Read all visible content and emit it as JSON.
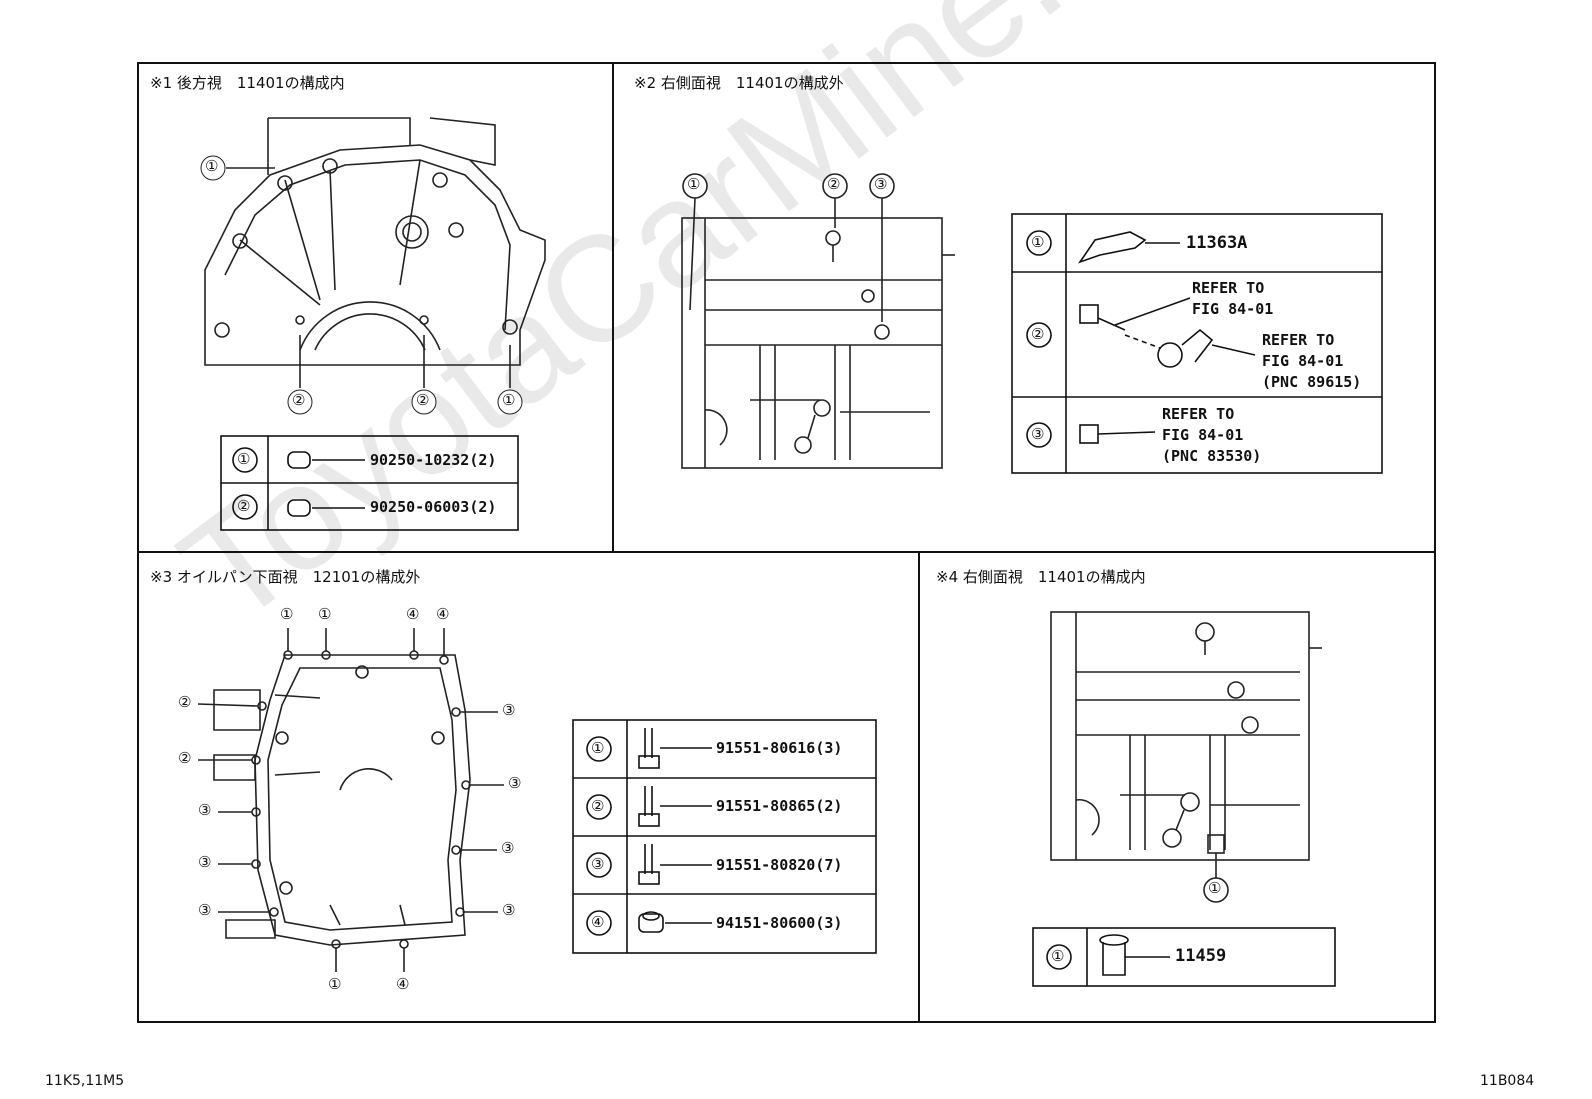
{
  "watermark": "ToyotaCarMine.ru",
  "footer": {
    "left": "11K5,11M5",
    "right": "11B084"
  },
  "sections": {
    "s1": {
      "title": "※1 後方視　11401の構成内"
    },
    "s2": {
      "title": "※2 右側面視　11401の構成外"
    },
    "s3": {
      "title": "※3 オイルパン下面視　12101の構成外"
    },
    "s4": {
      "title": "※4 右側面視　11401の構成内"
    }
  },
  "callout_numbers": [
    "①",
    "②",
    "③",
    "④"
  ],
  "tables": {
    "t1": [
      {
        "num": "①",
        "part": "90250-10232(2)"
      },
      {
        "num": "②",
        "part": "90250-06003(2)"
      }
    ],
    "t2": [
      {
        "num": "①",
        "lines": [
          "11363A"
        ]
      },
      {
        "num": "②",
        "lines": [
          "REFER TO",
          "FIG 84-01",
          "REFER TO",
          "FIG 84-01",
          "(PNC 89615)"
        ]
      },
      {
        "num": "③",
        "lines": [
          "REFER TO",
          "FIG 84-01",
          "(PNC 83530)"
        ]
      }
    ],
    "t3": [
      {
        "num": "①",
        "part": "91551-80616(3)"
      },
      {
        "num": "②",
        "part": "91551-80865(2)"
      },
      {
        "num": "③",
        "part": "91551-80820(7)"
      },
      {
        "num": "④",
        "part": "94151-80600(3)"
      }
    ],
    "t4": [
      {
        "num": "①",
        "part": "11459"
      }
    ]
  }
}
